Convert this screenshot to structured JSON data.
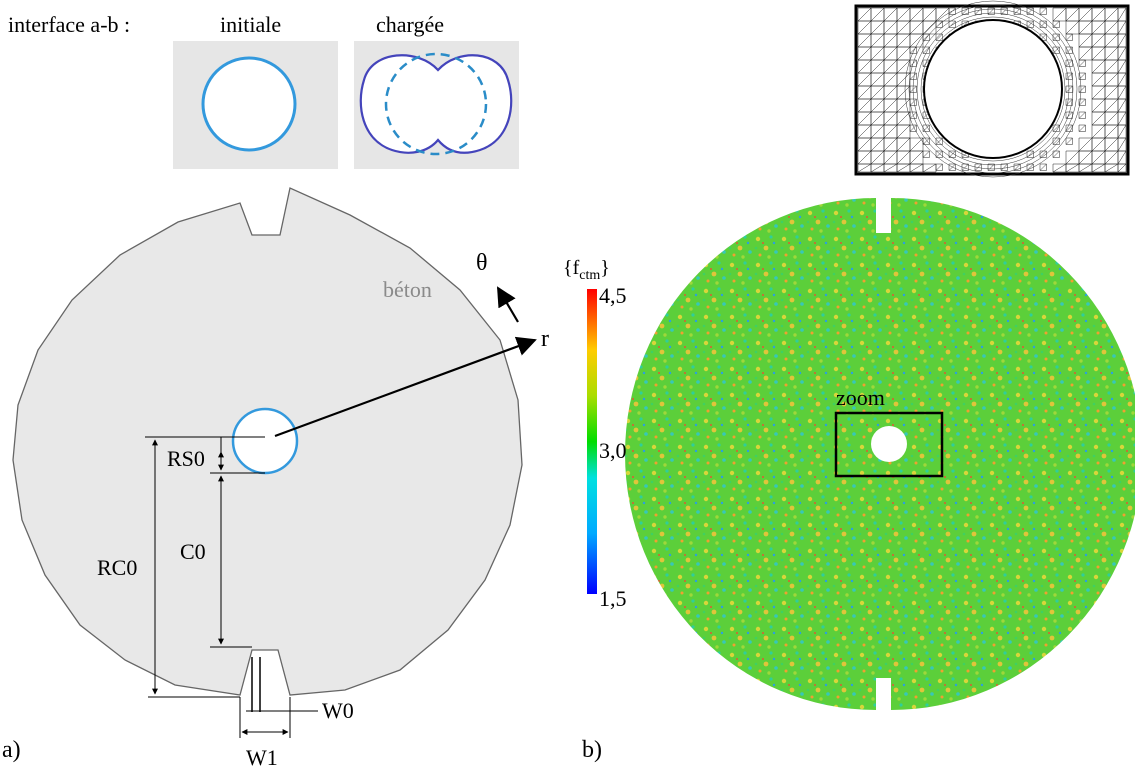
{
  "panel_a": {
    "interface_label": "interface a-b :",
    "inset_initial_label": "initiale",
    "inset_loaded_label": "chargée",
    "material_label": "béton",
    "axis_theta": "θ",
    "axis_r": "r",
    "dims": {
      "rs0": "RS0",
      "c0": "C0",
      "rc0": "RC0",
      "w0": "W0",
      "w1": "W1"
    },
    "panel_label": "a)"
  },
  "panel_b": {
    "colorbar_title_main": "{f",
    "colorbar_title_sub": "ctm",
    "colorbar_title_close": "}",
    "colorbar_max": "4,5",
    "colorbar_mid": "3,0",
    "colorbar_min": "1,5",
    "zoom_label": "zoom",
    "panel_label": "b)"
  },
  "colors": {
    "concrete_fill": "#e8e8e8",
    "outline": "#666666",
    "inset_bg": "#e6e6e6",
    "hole_blue": "#3399dd",
    "deformed_purple": "#4444bb",
    "dashed_blue": "#2a8cc8"
  }
}
